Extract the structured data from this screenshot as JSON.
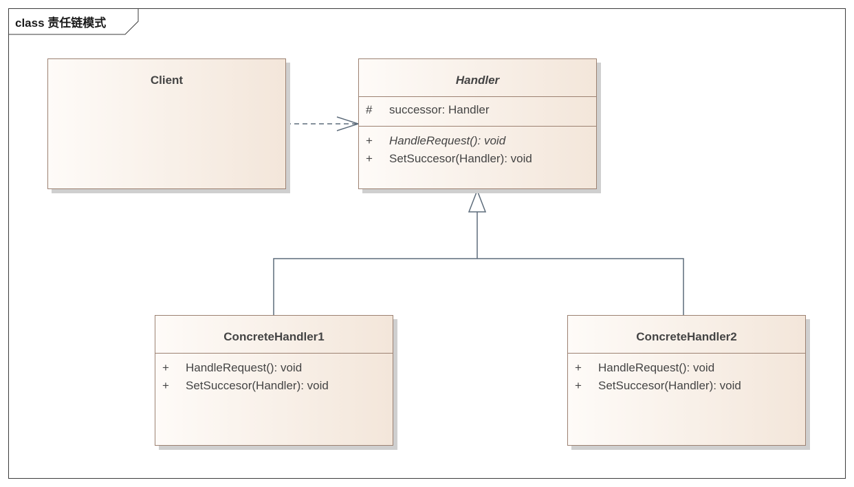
{
  "diagram": {
    "keyword": "class",
    "name": "责任链模式"
  },
  "classes": {
    "client": {
      "name": "Client"
    },
    "handler": {
      "name": "Handler",
      "attributes": [
        {
          "visibility": "#",
          "text": "successor: Handler"
        }
      ],
      "operations": [
        {
          "visibility": "+",
          "text": "HandleRequest(): void",
          "abstract": true
        },
        {
          "visibility": "+",
          "text": "SetSuccesor(Handler): void"
        }
      ]
    },
    "concrete1": {
      "name": "ConcreteHandler1",
      "operations": [
        {
          "visibility": "+",
          "text": "HandleRequest(): void"
        },
        {
          "visibility": "+",
          "text": "SetSuccesor(Handler): void"
        }
      ]
    },
    "concrete2": {
      "name": "ConcreteHandler2",
      "operations": [
        {
          "visibility": "+",
          "text": "HandleRequest(): void"
        },
        {
          "visibility": "+",
          "text": "SetSuccesor(Handler): void"
        }
      ]
    }
  },
  "colors": {
    "class_border": "#9b8070",
    "class_fill_left": "#fefbf8",
    "class_fill_right": "#f3e6da",
    "connector": "#5c6b7a"
  }
}
